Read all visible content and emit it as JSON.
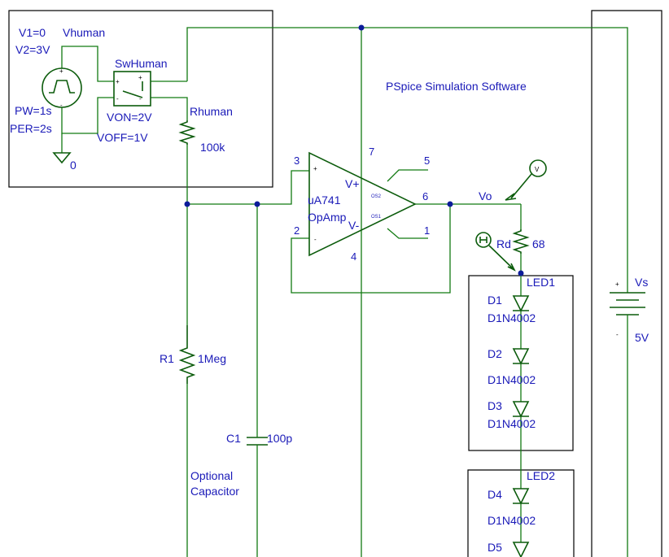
{
  "title": "PSpice Simulation Software",
  "human_source": {
    "name": "Vhuman",
    "v1": "V1=0",
    "v2": "V2=3V",
    "pw": "PW=1s",
    "per": "PER=2s",
    "ground": "0"
  },
  "switch": {
    "name": "SwHuman",
    "von": "VON=2V",
    "voff": "VOFF=1V",
    "plus": "+",
    "minus": "-"
  },
  "rhuman": {
    "name": "Rhuman",
    "value": "100k"
  },
  "r1": {
    "name": "R1",
    "value": "1Meg"
  },
  "c1": {
    "name": "C1",
    "value": "100p"
  },
  "optional_note": {
    "line1": "Optional",
    "line2": "Capacitor"
  },
  "opamp": {
    "name": "uA741",
    "type": "OpAmp",
    "vplus_label": "V+",
    "vminus_label": "V-",
    "os2": "OS2",
    "os1": "OS1",
    "in_plus": "+",
    "in_minus": "-",
    "pins": {
      "p1": "1",
      "p2": "2",
      "p3": "3",
      "p4": "4",
      "p5": "5",
      "p6": "6",
      "p7": "7"
    }
  },
  "vo_label": "Vo",
  "rd": {
    "name": "Rd",
    "value": "68"
  },
  "probe_v": "V",
  "led1": {
    "label": "LED1",
    "diodes": [
      {
        "ref": "D1",
        "model": "D1N4002"
      },
      {
        "ref": "D2",
        "model": "D1N4002"
      },
      {
        "ref": "D3",
        "model": "D1N4002"
      }
    ]
  },
  "led2": {
    "label": "LED2",
    "diodes": [
      {
        "ref": "D4",
        "model": "D1N4002"
      },
      {
        "ref": "D5",
        "model": ""
      }
    ]
  },
  "vs": {
    "name": "Vs",
    "value": "5V",
    "plus": "+",
    "minus": "-"
  },
  "colors": {
    "wire": "#127a12",
    "part": "#0c5c0c",
    "label": "#1a1ab8",
    "frame": "#000000",
    "junction": "#0c1c9a"
  }
}
